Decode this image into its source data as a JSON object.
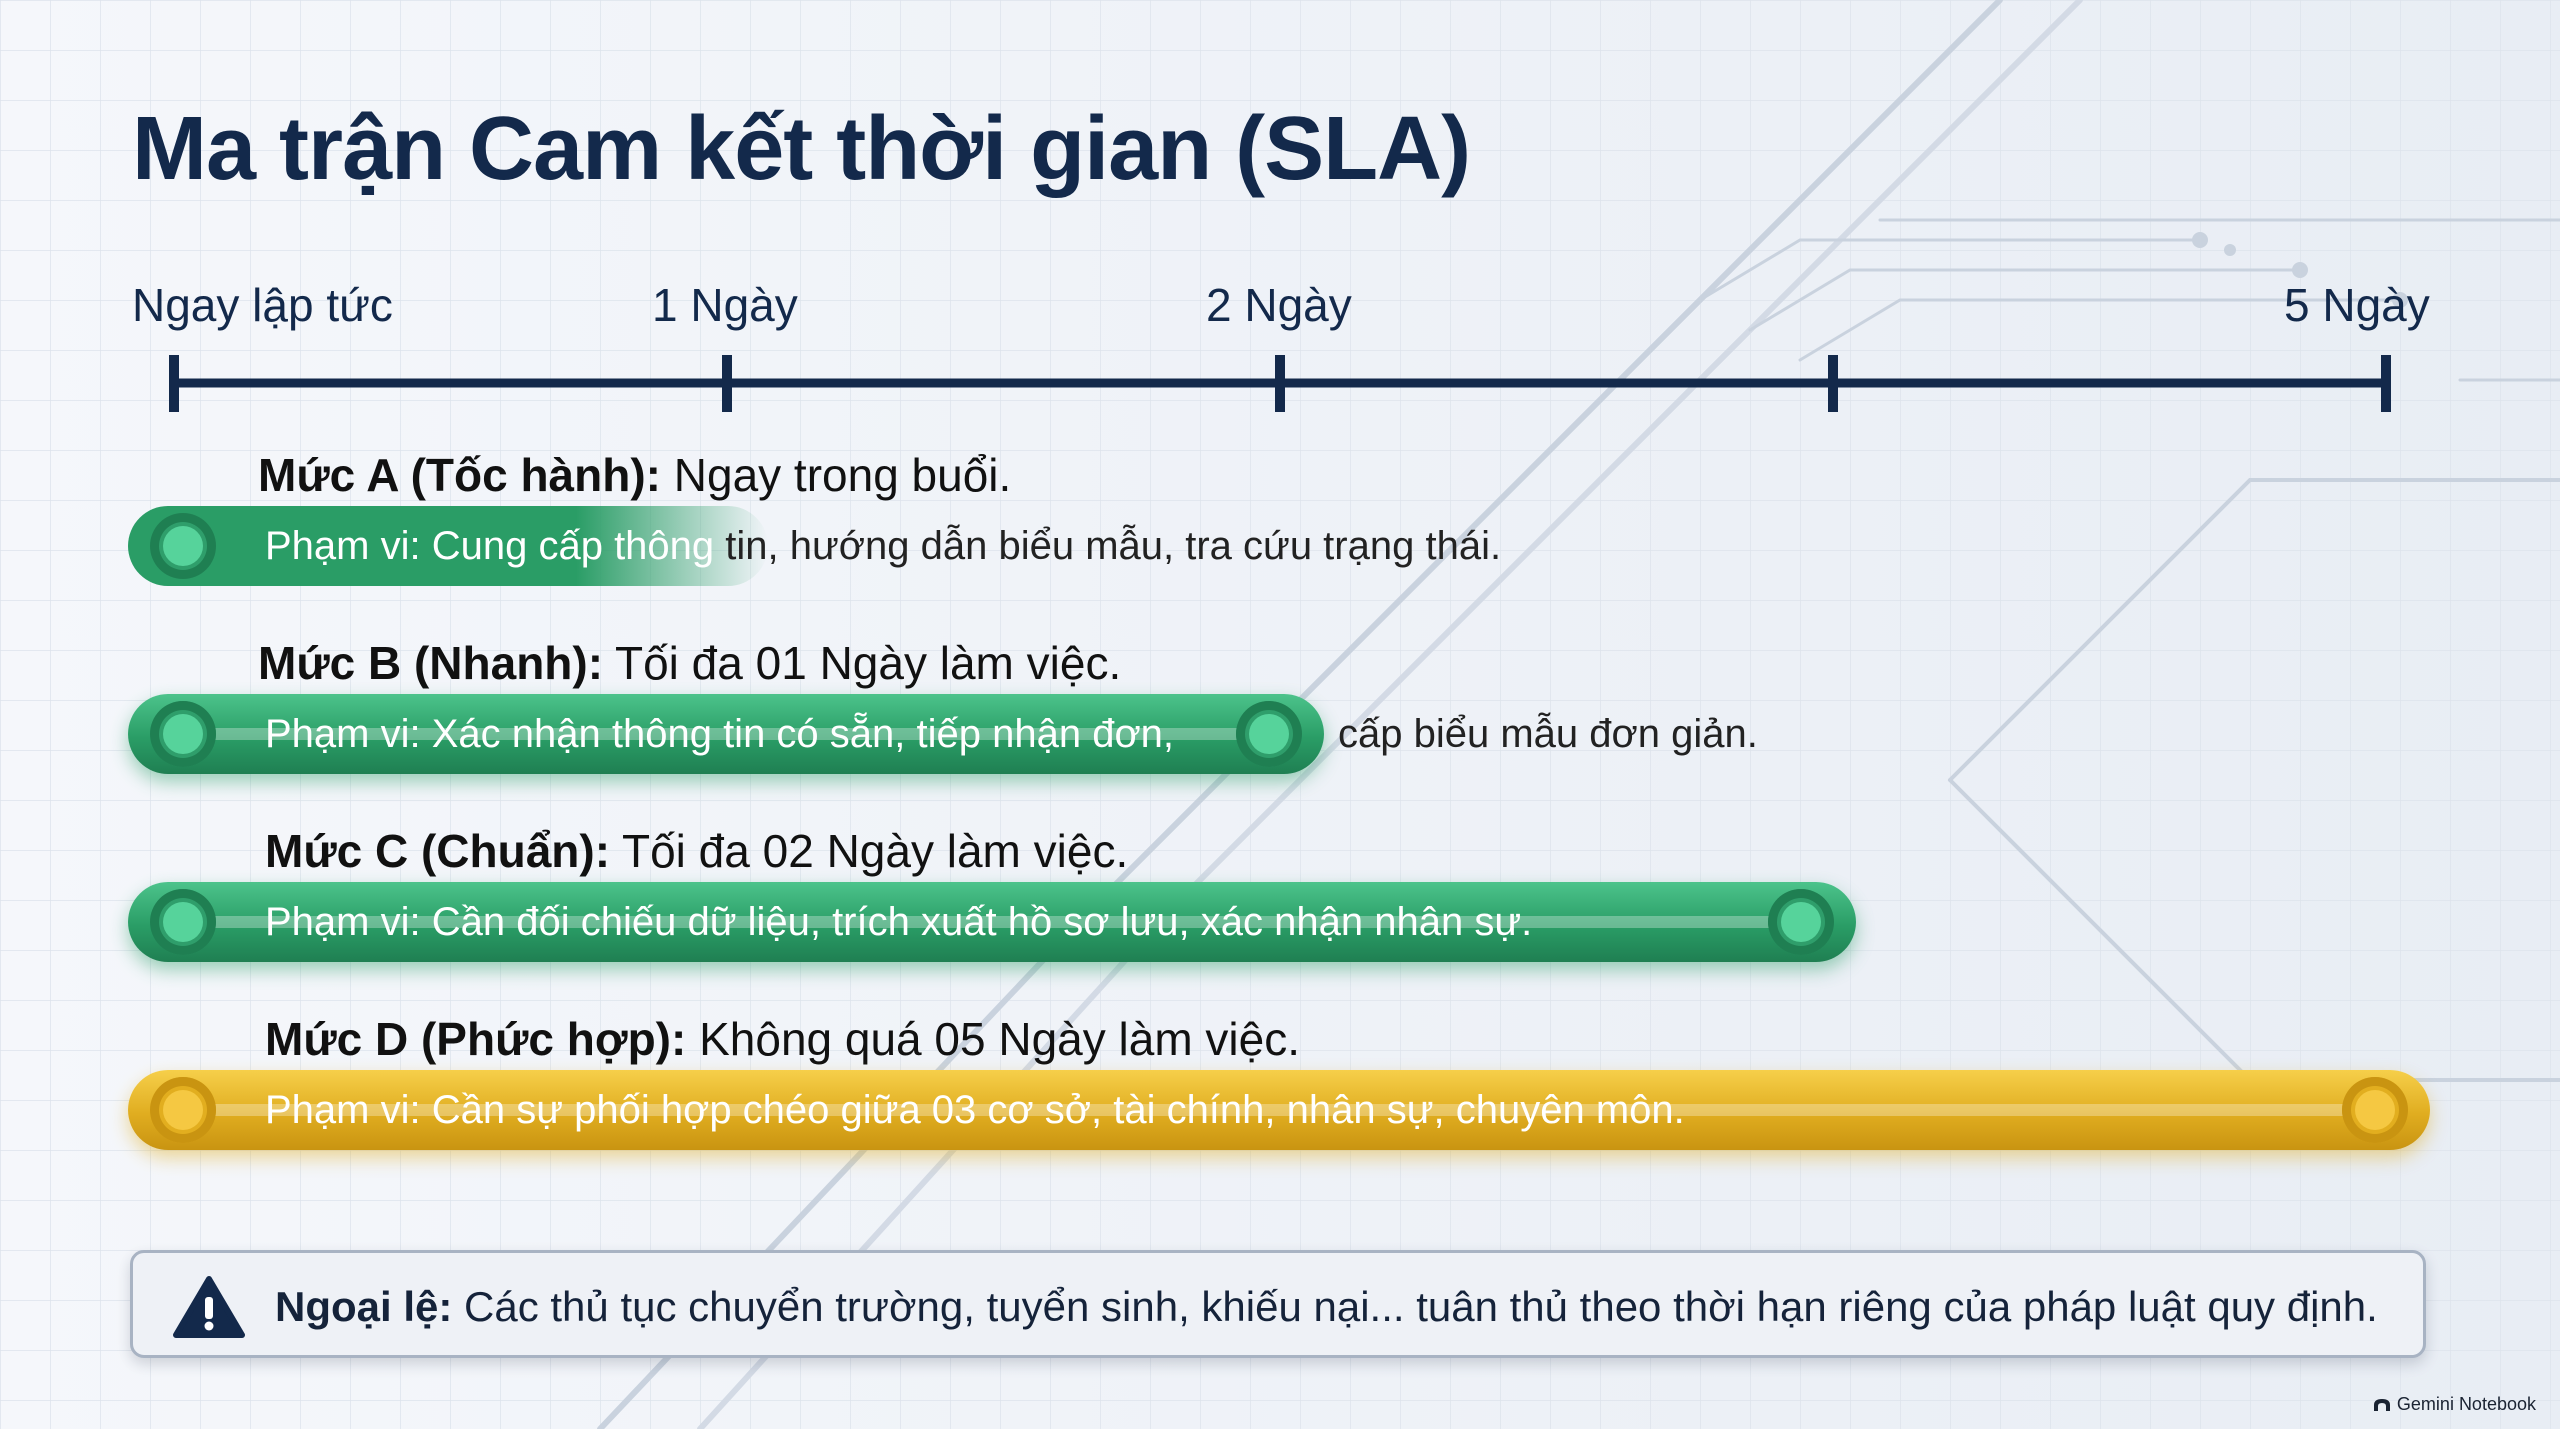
{
  "title": "Ma trận Cam kết thời gian (SLA)",
  "timeline": {
    "ticks": [
      "Ngay lập tức",
      "1 Ngày",
      "2 Ngày",
      "",
      "5 Ngày"
    ]
  },
  "levels": [
    {
      "name": "Mức A (Tốc hành):",
      "desc": " Ngay trong buổi.",
      "scope_inside": "Phạm vi: Cung cấp thông",
      "scope_outside": " tin, hướng dẫn biểu mẫu, tra cứu trạng thái.",
      "color": "#2a9d66"
    },
    {
      "name": "Mức B (Nhanh):",
      "desc": " Tối đa 01 Ngày làm việc.",
      "scope_inside": "Phạm vi: Xác nhận thông tin có sẵn, tiếp nhận đơn,",
      "scope_outside": "cấp biểu mẫu đơn giản.",
      "color": "#2a9d66"
    },
    {
      "name": "Mức C (Chuẩn):",
      "desc": " Tối đa 02 Ngày làm việc.",
      "scope_inside": "Phạm vi: Cần đối chiếu dữ liệu, trích xuất hồ sơ lưu, xác nhận nhân sự.",
      "color": "#2a9d66"
    },
    {
      "name": "Mức D (Phức hợp):",
      "desc": " Không quá 05 Ngày làm việc.",
      "scope_inside": "Phạm vi: Cần sự phối hợp chéo giữa 03 cơ sở, tài chính, nhân sự, chuyên môn.",
      "color": "#e0ad20"
    }
  ],
  "note": {
    "label": "Ngoại lệ:",
    "text": " Các thủ tục chuyển trường, tuyển sinh, khiếu nại... tuân thủ theo thời hạn riêng của pháp luật quy định."
  },
  "brand": "Gemini Notebook",
  "colors": {
    "navy": "#13294b",
    "green": "#2a9d66",
    "gold": "#e0ad20"
  }
}
